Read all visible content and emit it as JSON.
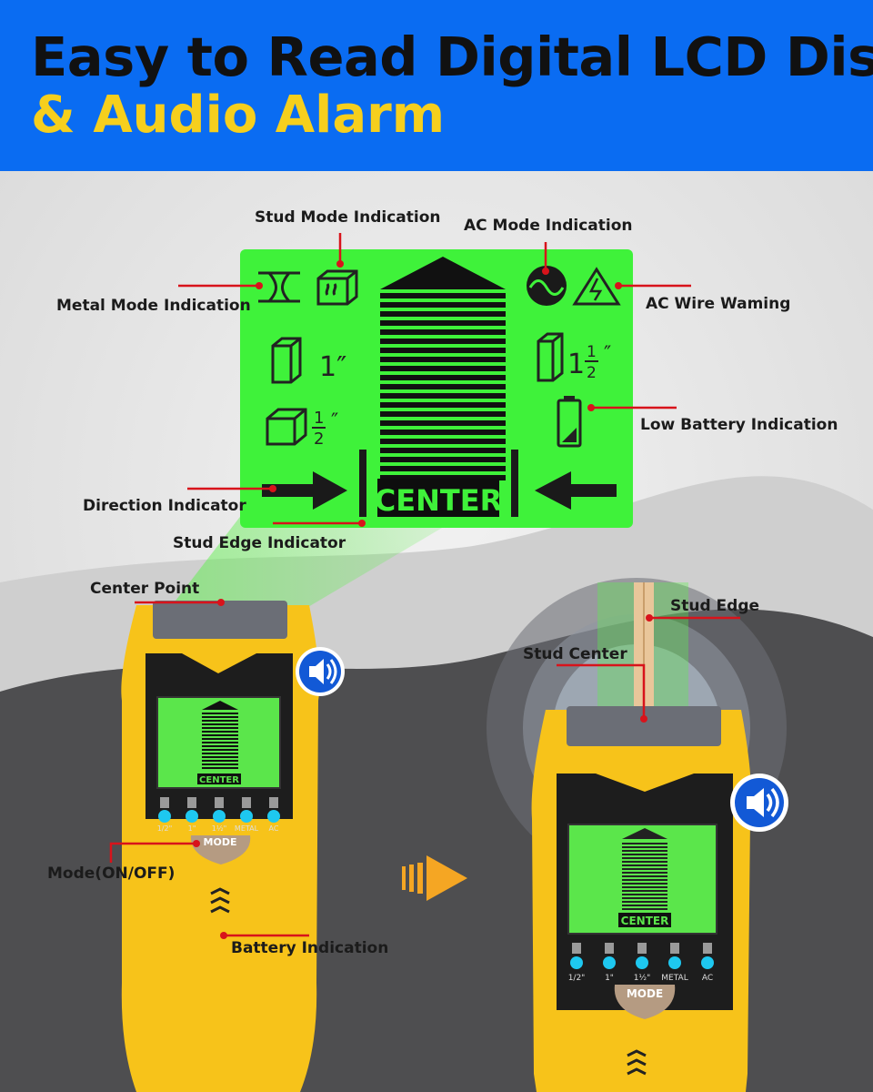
{
  "header": {
    "line1": "Easy to Read Digital LCD Display",
    "line2": "& Audio Alarm"
  },
  "callouts": {
    "stud_mode": "Stud Mode Indication",
    "ac_mode": "AC Mode Indication",
    "metal_mode": "Metal Mode Indication",
    "ac_wire": "AC Wire Waming",
    "low_battery": "Low Battery Indication",
    "direction": "Direction Indicator",
    "stud_edge_indicator": "Stud Edge Indicator",
    "center_point": "Center Point",
    "stud_edge": "Stud Edge",
    "stud_center": "Stud Center",
    "mode_on_off": "Mode(ON/OFF)",
    "battery_indication": "Battery Indication"
  },
  "lcd": {
    "center_label": "CENTER",
    "size_one": "1″",
    "size_half_num": "1",
    "size_half_den": "2",
    "size_one_half_whole": "1",
    "size_one_half_num": "1",
    "size_one_half_den": "2"
  },
  "device": {
    "mode_button": "MODE",
    "leds": [
      "1/2\"",
      "1\"",
      "1½\"",
      "METAL",
      "AC"
    ],
    "mini_center_label": "CENTER"
  },
  "colors": {
    "banner": "#0a6cf2",
    "headline_yellow": "#f6cf1d",
    "lcd_green": "#3ff23a",
    "device_yellow": "#f7c31a",
    "callout_red": "#d8131b",
    "led_cyan": "#1ec8f0",
    "audio_blue": "#1259d6"
  },
  "icons": [
    "speaker-icon",
    "next-arrow-icon",
    "vent-icon",
    "battery-icon",
    "ac-wave-icon",
    "warning-icon",
    "metal-beam-icon",
    "stud-box-icon"
  ]
}
